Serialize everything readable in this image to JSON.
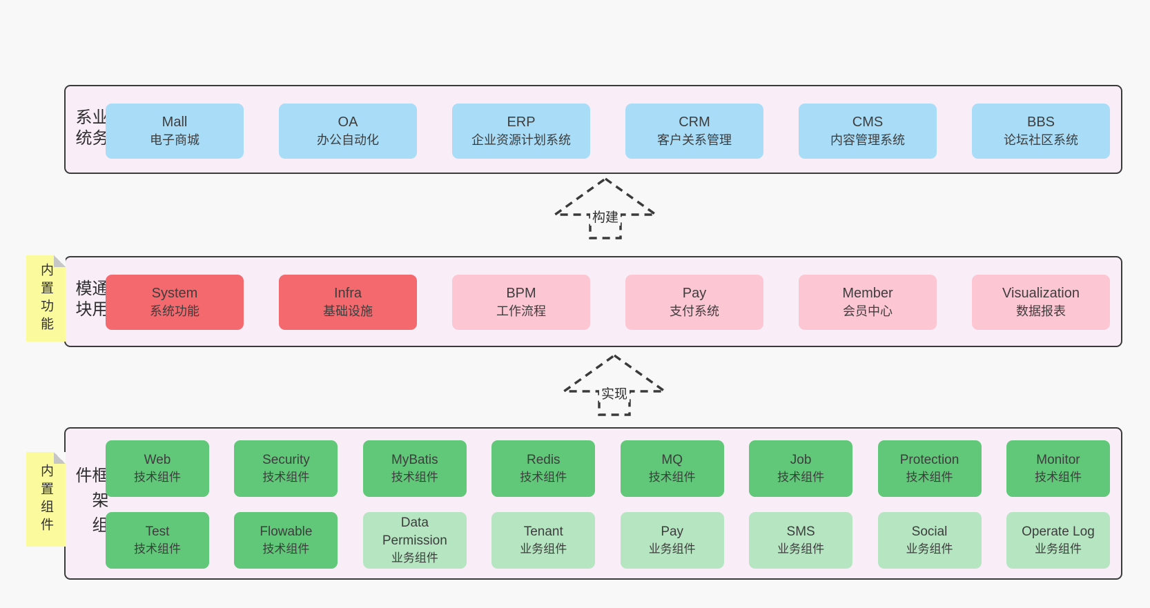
{
  "colors": {
    "page_bg": "#f8f8f8",
    "band_bg": "#f9eef8",
    "band_border": "#3a3a3a",
    "blue_box": "#a9dcf7",
    "red_box": "#f3696e",
    "pink_box": "#fcc6d2",
    "green_box": "#60c878",
    "light_green_box": "#b6e5c1",
    "sticky_note": "#fbfb9e"
  },
  "bands": [
    {
      "label": "业务系统",
      "boxes": [
        {
          "name": "Mall",
          "desc": "电子商城",
          "variant": "blue"
        },
        {
          "name": "OA",
          "desc": "办公自动化",
          "variant": "blue"
        },
        {
          "name": "ERP",
          "desc": "企业资源计划系统",
          "variant": "blue"
        },
        {
          "name": "CRM",
          "desc": "客户关系管理",
          "variant": "blue"
        },
        {
          "name": "CMS",
          "desc": "内容管理系统",
          "variant": "blue"
        },
        {
          "name": "BBS",
          "desc": "论坛社区系统",
          "variant": "blue"
        }
      ]
    },
    {
      "label": "通用模块",
      "sticky": "内置功能",
      "boxes": [
        {
          "name": "System",
          "desc": "系统功能",
          "variant": "red"
        },
        {
          "name": "Infra",
          "desc": "基础设施",
          "variant": "red"
        },
        {
          "name": "BPM",
          "desc": "工作流程",
          "variant": "pink"
        },
        {
          "name": "Pay",
          "desc": "支付系统",
          "variant": "pink"
        },
        {
          "name": "Member",
          "desc": "会员中心",
          "variant": "pink"
        },
        {
          "name": "Visualization",
          "desc": "数据报表",
          "variant": "pink"
        }
      ]
    },
    {
      "label": "框架组件",
      "sticky": "内置组件",
      "rows": [
        [
          {
            "name": "Web",
            "desc": "技术组件",
            "variant": "green"
          },
          {
            "name": "Security",
            "desc": "技术组件",
            "variant": "green"
          },
          {
            "name": "MyBatis",
            "desc": "技术组件",
            "variant": "green"
          },
          {
            "name": "Redis",
            "desc": "技术组件",
            "variant": "green"
          },
          {
            "name": "MQ",
            "desc": "技术组件",
            "variant": "green"
          },
          {
            "name": "Job",
            "desc": "技术组件",
            "variant": "green"
          },
          {
            "name": "Protection",
            "desc": "技术组件",
            "variant": "green"
          },
          {
            "name": "Monitor",
            "desc": "技术组件",
            "variant": "green"
          }
        ],
        [
          {
            "name": "Test",
            "desc": "技术组件",
            "variant": "green"
          },
          {
            "name": "Flowable",
            "desc": "技术组件",
            "variant": "green"
          },
          {
            "name": "Data Permission",
            "desc": "业务组件",
            "variant": "lightgreen"
          },
          {
            "name": "Tenant",
            "desc": "业务组件",
            "variant": "lightgreen"
          },
          {
            "name": "Pay",
            "desc": "业务组件",
            "variant": "lightgreen"
          },
          {
            "name": "SMS",
            "desc": "业务组件",
            "variant": "lightgreen"
          },
          {
            "name": "Social",
            "desc": "业务组件",
            "variant": "lightgreen"
          },
          {
            "name": "Operate Log",
            "desc": "业务组件",
            "variant": "lightgreen"
          }
        ]
      ]
    }
  ],
  "arrows": [
    {
      "label": "构建"
    },
    {
      "label": "实现"
    }
  ]
}
